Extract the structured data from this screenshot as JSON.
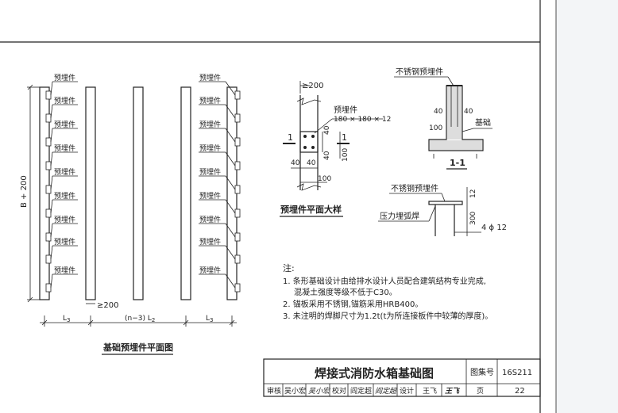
{
  "labels": {
    "embed_part": "预埋件",
    "b_plus": "B + 200",
    "gt200": "≥200",
    "n3_l2": "(n−3) L",
    "l2_sub": "2",
    "l3": "L",
    "l3_sub": "3",
    "plan_caption": "基础预埋件平面图",
    "detail_caption": "预埋件平面大样",
    "plate_size": "180 × 180 × 12",
    "sec_mark": "1",
    "d40": "40",
    "d100": "100",
    "stainless_embed": "不锈钢预埋件",
    "foundation": "基础",
    "section_label": "1-1",
    "stainless_embed2": "不锈钢预埋件",
    "pressure_bar": "压力埋弧焊",
    "d12": "12",
    "d300": "300",
    "bars": "4 ϕ 12"
  },
  "notes": {
    "title": "注:",
    "n1a": "1.  条形基础设计由给排水设计人员配合建筑结构专业完成,",
    "n1b": "混凝土强度等级不低于C30。",
    "n2": "2.  锚板采用不锈钢,锚筋采用HRB400。",
    "n3": "3.  未注明的焊脚尺寸为1.2t(t为所连接板件中较薄的厚度)。"
  },
  "titleblock": {
    "title": "焊接式消防水箱基础图",
    "atlas_label": "图集号",
    "atlas_no": "16S211",
    "review": "审核",
    "reviewer": "吴小宏",
    "reviewer_sig": "吴小宏",
    "check": "校对",
    "checker": "阎定超",
    "checker_sig": "阎定超",
    "design": "设计",
    "designer": "王飞",
    "designer_sig": "王飞",
    "page_label": "页",
    "page_no": "22"
  }
}
